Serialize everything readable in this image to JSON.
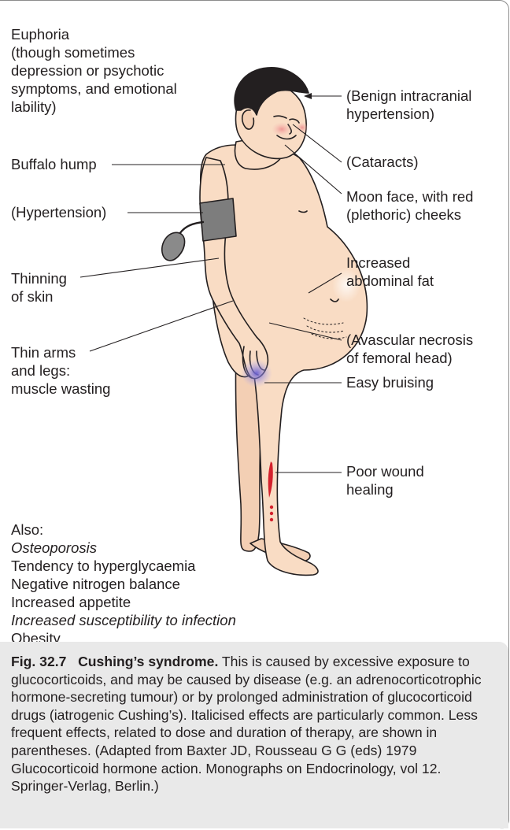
{
  "labels": {
    "euphoria": "Euphoria\n(though sometimes\ndepression or psychotic\nsymptoms, and emotional\nlability)",
    "buffalo": "Buffalo hump",
    "hypertension": "(Hypertension)",
    "thinning": "Thinning\nof skin",
    "thin_arms": "Thin arms\nand legs:\nmuscle wasting",
    "intracranial": "(Benign intracranial\nhypertension)",
    "cataracts": "(Cataracts)",
    "moon_face": "Moon face, with red\n(plethoric) cheeks",
    "abdominal": "Increased\nabdominal fat",
    "avascular": "(Avascular necrosis\nof femoral head)",
    "bruising": "Easy bruising",
    "wound": "Poor wound\nhealing"
  },
  "also": {
    "heading": "Also:",
    "items": [
      {
        "text": "Osteoporosis",
        "italic": true
      },
      {
        "text": "Tendency to hyperglycaemia",
        "italic": false
      },
      {
        "text": "Negative nitrogen balance",
        "italic": false
      },
      {
        "text": "Increased appetite",
        "italic": false
      },
      {
        "text": "Increased susceptibility to infection",
        "italic": true
      },
      {
        "text": "Obesity",
        "italic": false
      }
    ]
  },
  "caption": {
    "fig_number": "Fig. 32.7",
    "fig_title": "Cushing’s syndrome.",
    "text": "This is caused by excessive exposure to glucocorticoids, and may be caused by disease (e.g. an adrenocorticotrophic hormone-secreting tumour) or by prolonged administration of glucocorticoid drugs (iatrogenic Cushing’s). Italicised effects are particularly common. Less frequent effects, related to dose and duration of therapy, are shown in parentheses. (Adapted from Baxter JD, Rousseau G G (eds) 1979 Glucocorticoid hormone action. Monographs on Endocrinology, vol 12. Springer-Verlag, Berlin.)"
  },
  "colors": {
    "skin": "#f9dcc4",
    "outline": "#231f20",
    "cheek": "#f2a3a3",
    "bruise": "#8a7fd6",
    "wound": "#d4202c",
    "cuff": "#7d7d7d",
    "caption_bg": "#e9e9e9"
  }
}
